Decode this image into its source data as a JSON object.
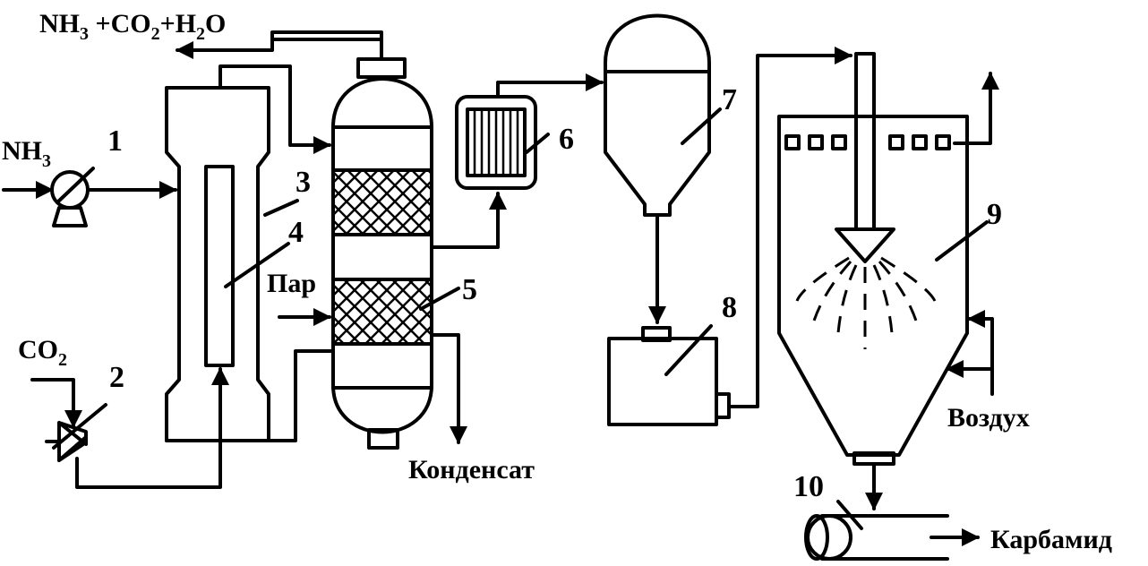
{
  "labels": {
    "top_left_formula": {
      "nh": "NH",
      "nh_sub": "3",
      "plus_co": " +CO",
      "co_sub": "2",
      "plus_h": "+H",
      "h_sub": "2",
      "o": "O"
    },
    "nh3_input": {
      "nh": "NH",
      "sub": "3"
    },
    "co2_input": {
      "co": "CO",
      "sub": "2"
    },
    "steam": "Пар",
    "condensate": "Конденсат",
    "air": "Воздух",
    "product": "Карбамид"
  },
  "numbers": [
    "1",
    "2",
    "3",
    "4",
    "5",
    "6",
    "7",
    "8",
    "9",
    "10"
  ],
  "colors": {
    "ink": "#000000",
    "paper": "#ffffff"
  }
}
